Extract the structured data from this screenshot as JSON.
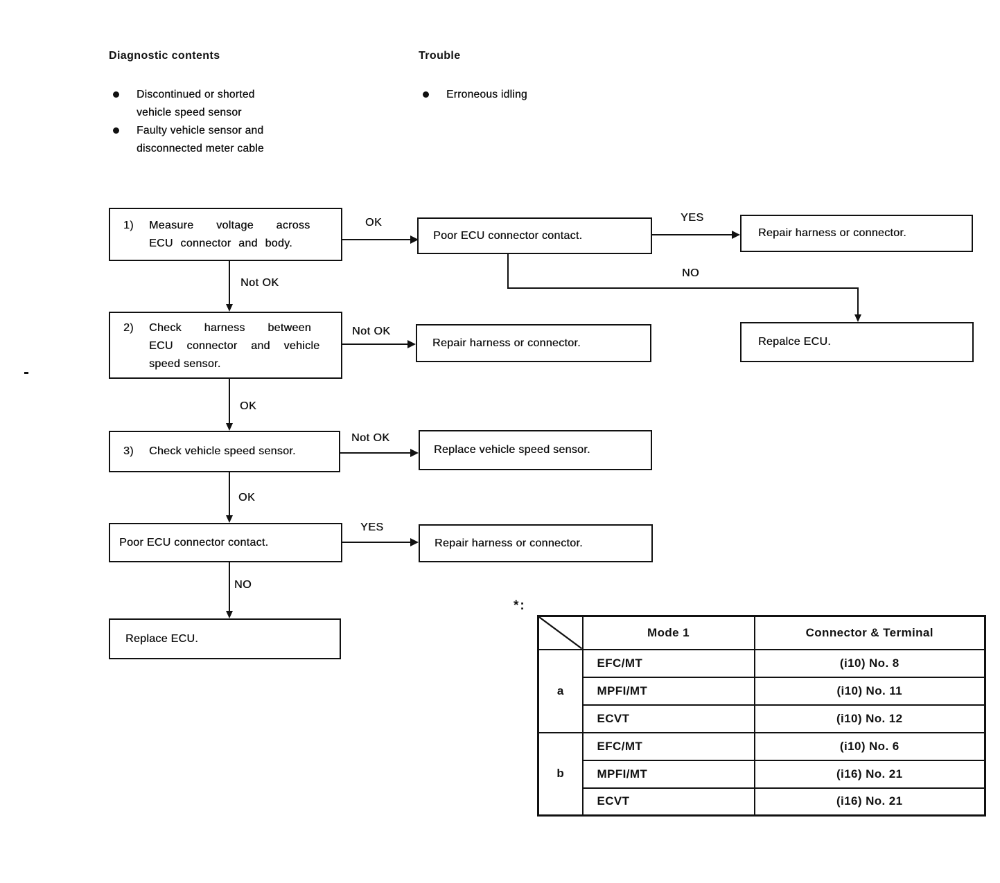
{
  "colors": {
    "ink": "#111111",
    "background": "#ffffff"
  },
  "header": {
    "diagnostic_title": "Diagnostic contents",
    "diagnostic_items": [
      "Discontinued or shorted\nvehicle speed sensor",
      "Faulty vehicle sensor and\ndisconnected meter cable"
    ],
    "trouble_title": "Trouble",
    "trouble_items": [
      "Erroneous idling"
    ]
  },
  "flow": {
    "step1": {
      "num": "1)",
      "lines": [
        "Measure voltage across",
        "ECU connector and body."
      ]
    },
    "step2": {
      "num": "2)",
      "lines": [
        "Check harness between",
        "ECU connector and vehicle",
        "speed sensor."
      ]
    },
    "step3": {
      "num": "3)",
      "lines": [
        "Check vehicle speed sensor."
      ]
    },
    "poor_ecu_top": "Poor ECU connector contact.",
    "poor_ecu_bottom": "Poor ECU connector contact.",
    "repair_harness_top_right": "Repair harness or connector.",
    "repair_harness_mid": "Repair harness or connector.",
    "repair_harness_bottom": "Repair harness or connector.",
    "replace_vss": "Replace vehicle speed sensor.",
    "replace_ecu_right": "Repalce ECU.",
    "replace_ecu_bottom": "Replace ECU.",
    "labels": {
      "ok": "OK",
      "not_ok": "Not OK",
      "yes": "YES",
      "no": "NO"
    }
  },
  "table": {
    "note_marker": "*:",
    "headers": [
      "Mode 1",
      "Connector & Terminal"
    ],
    "groups": [
      {
        "label": "a",
        "rows": [
          {
            "mode": "EFC/MT",
            "terminal": "(i10) No. 8"
          },
          {
            "mode": "MPFI/MT",
            "terminal": "(i10) No. 11"
          },
          {
            "mode": "ECVT",
            "terminal": "(i10) No. 12"
          }
        ]
      },
      {
        "label": "b",
        "rows": [
          {
            "mode": "EFC/MT",
            "terminal": "(i10) No. 6"
          },
          {
            "mode": "MPFI/MT",
            "terminal": "(i16) No. 21"
          },
          {
            "mode": "ECVT",
            "terminal": "(i16) No. 21"
          }
        ]
      }
    ]
  }
}
